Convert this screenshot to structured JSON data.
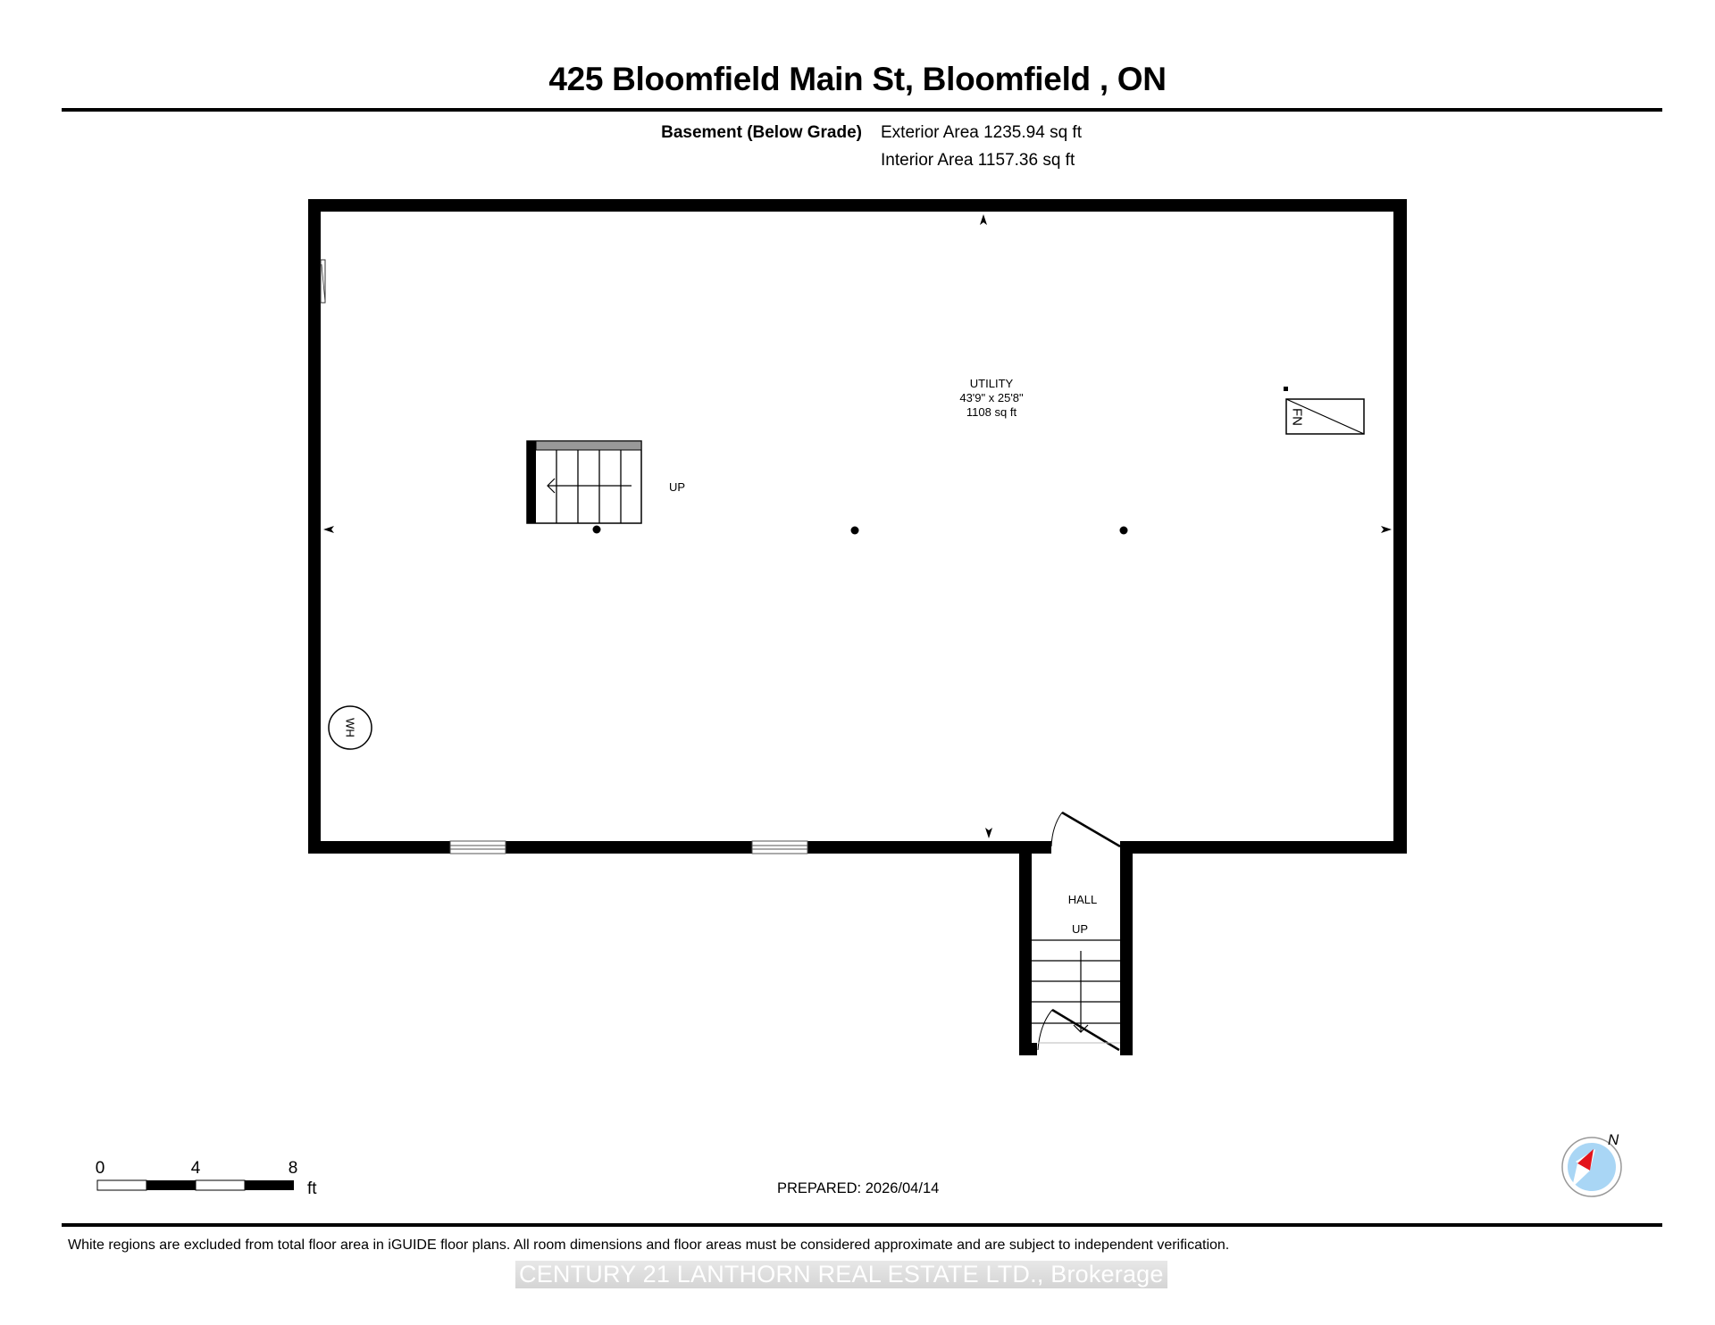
{
  "header": {
    "title": "425 Bloomfield Main St, Bloomfield , ON",
    "floor_label": "Basement (Below Grade)",
    "exterior_area": "Exterior Area 1235.94 sq ft",
    "interior_area": "Interior Area 1157.36 sq ft"
  },
  "rooms": [
    {
      "name": "UTILITY",
      "dimensions": "43'9\" x 25'8\"",
      "area": "1108 sq ft"
    },
    {
      "name": "HALL"
    }
  ],
  "stair_labels": {
    "utility_stairs": "UP",
    "hall_stairs": "UP"
  },
  "fixtures": {
    "water_heater": "WH",
    "furnace": "FN"
  },
  "scale_bar": {
    "ticks": [
      "0",
      "4",
      "8"
    ],
    "unit": "ft"
  },
  "compass": {
    "north_label": "N",
    "needle_color": "#e3131b",
    "dial_color": "#a9d6f5"
  },
  "footer": {
    "prepared": "PREPARED: 2026/04/14",
    "disclaimer": "White regions are excluded from total floor area in iGUIDE floor plans. All room dimensions and floor areas must be considered approximate and are subject to independent verification.",
    "brokerage": "CENTURY 21 LANTHORN REAL ESTATE LTD., Brokerage"
  }
}
